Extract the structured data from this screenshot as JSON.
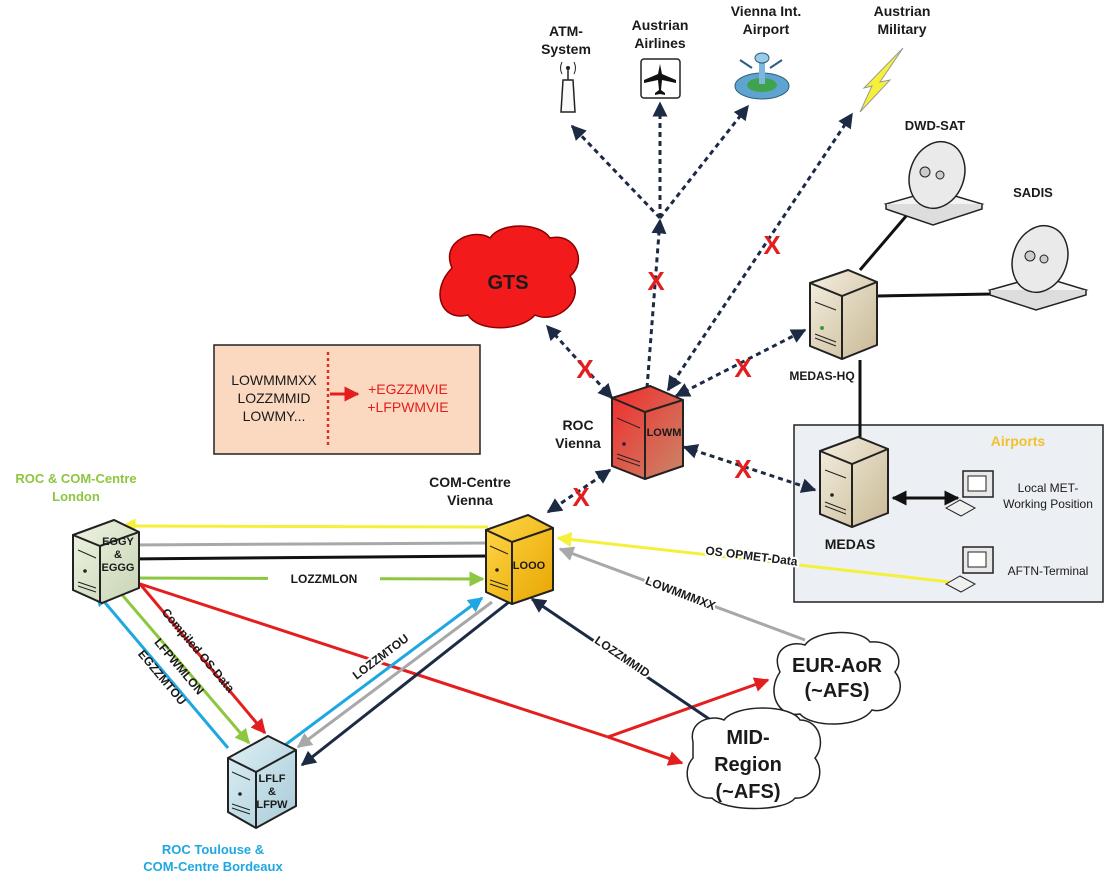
{
  "top_nodes": {
    "atm": {
      "line1": "ATM-",
      "line2": "System"
    },
    "airlines": {
      "line1": "Austrian",
      "line2": "Airlines"
    },
    "airport": {
      "line1": "Vienna Int.",
      "line2": "Airport"
    },
    "military": {
      "line1": "Austrian",
      "line2": "Military"
    }
  },
  "satellites": {
    "dwd": "DWD-SAT",
    "sadis": "SADIS"
  },
  "gts": "GTS",
  "roc_vienna": {
    "line1": "ROC",
    "line2": "Vienna",
    "code": "LOWM"
  },
  "com_vienna": {
    "line1": "COM-Centre",
    "line2": "Vienna",
    "code": "LOOO"
  },
  "medas_hq": "MEDAS-HQ",
  "airports_box": {
    "title": "Airports",
    "medas": "MEDAS",
    "local_met_line1": "Local MET-",
    "local_met_line2": "Working Position",
    "aftn": "AFTN-Terminal"
  },
  "london": {
    "line1": "ROC & COM-Centre",
    "line2": "London",
    "code1": "EGGY",
    "code2": "&",
    "code3": "EGGG"
  },
  "toulouse": {
    "line1": "ROC Toulouse &",
    "line2": "COM-Centre Bordeaux",
    "code1": "LFLF",
    "code2": "&",
    "code3": "LFPW"
  },
  "routing_box": {
    "inputs": [
      "LOWMMMXX",
      "LOZZMMID",
      "LOWMY..."
    ],
    "outputs": [
      "+EGZZMVIE",
      "+LFPWMVIE"
    ]
  },
  "links": {
    "lozzmlon": "LOZZMLON",
    "compiled": "Compiled OS-Data",
    "lfpwmlon": "LFPWMLON",
    "egzzmtou": "EGZZMTOU",
    "lozzmtou": "LOZZMTOU",
    "opmet": "OS OPMET-Data",
    "lowmmmxx": "LOWMMMXX",
    "lozzmmid": "LOZZMMID"
  },
  "clouds": {
    "eur": {
      "line1": "EUR-AoR",
      "line2": "(~AFS)"
    },
    "mid": {
      "line1": "MID-",
      "line2": "Region",
      "line3": "(~AFS)"
    }
  },
  "cut_marker": "X",
  "colors": {
    "red": "#e41e1e",
    "yellow": "#f5f03a",
    "gray": "#a8a8a8",
    "black": "#111111",
    "green": "#8dc63f",
    "cyan": "#1ea7e1",
    "navy": "#1c2a44",
    "dotted": "#1c2a44",
    "london_label": "#8dc63f",
    "toulouse_label": "#1ea7e1",
    "airports_label": "#f2c12e"
  }
}
